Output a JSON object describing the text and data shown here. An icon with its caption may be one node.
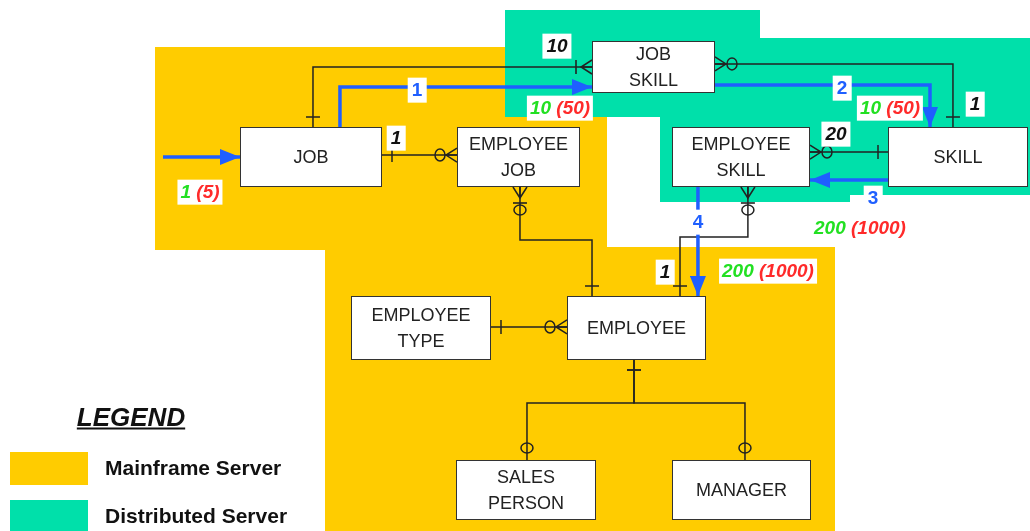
{
  "diagram": {
    "nodes": [
      {
        "text": [
          "JOB"
        ]
      },
      {
        "text": [
          "EMPLOYEE JOB"
        ]
      },
      {
        "text": [
          "JOB SKILL"
        ]
      },
      {
        "text": [
          "EMPLOYEE SKILL"
        ]
      },
      {
        "text": [
          "SKILL"
        ]
      },
      {
        "text": [
          "EMPLOYEE TYPE"
        ]
      },
      {
        "text": [
          "EMPLOYEE"
        ]
      },
      {
        "text": [
          "SALES PERSON"
        ]
      },
      {
        "text": [
          "MANAGER"
        ]
      }
    ],
    "edges": [
      {
        "from": 0,
        "to": 2,
        "arrow": "other",
        "label": "10"
      },
      {
        "from": 2,
        "to": 4,
        "arrow": "other",
        "label": "1"
      },
      {
        "from": 0,
        "to": 1,
        "arrow": "other",
        "label": "1"
      },
      {
        "from": 4,
        "to": 3,
        "arrow": "other",
        "label": "20"
      },
      {
        "from": 1,
        "to": 6,
        "arrow": "other"
      },
      {
        "from": 3,
        "to": 6,
        "arrow": "other",
        "label": "1"
      },
      {
        "from": 6,
        "to": 5,
        "arrow": "other"
      },
      {
        "from": 6,
        "to": 7,
        "arrow": "other"
      },
      {
        "from": 6,
        "to": 8,
        "arrow": "other"
      },
      {
        "from": null,
        "to": 0,
        "arrow": "to",
        "style": "thick",
        "color": "#1f5fff"
      },
      {
        "from": 0,
        "to": 2,
        "arrow": "to",
        "label": "1",
        "style": "thick",
        "color": "#1f5fff"
      },
      {
        "from": 2,
        "to": 4,
        "arrow": "to",
        "label": "2",
        "style": "thick",
        "color": "#1f5fff"
      },
      {
        "from": 4,
        "to": 3,
        "arrow": "to",
        "label": "3",
        "style": "thick",
        "color": "#1f5fff"
      },
      {
        "from": 3,
        "to": 6,
        "arrow": "to",
        "label": "4",
        "style": "thick",
        "color": "#1f5fff"
      }
    ],
    "labels": [
      "10 (50)",
      "10 (50)",
      "1 (5)",
      "200 (1000)",
      "200 (1000)",
      "LEGEND"
    ],
    "legend": [
      {
        "text": "Mainframe Server",
        "color": "#ffcc00"
      },
      {
        "text": "Distributed Server",
        "color": "#00e0aa"
      }
    ]
  }
}
